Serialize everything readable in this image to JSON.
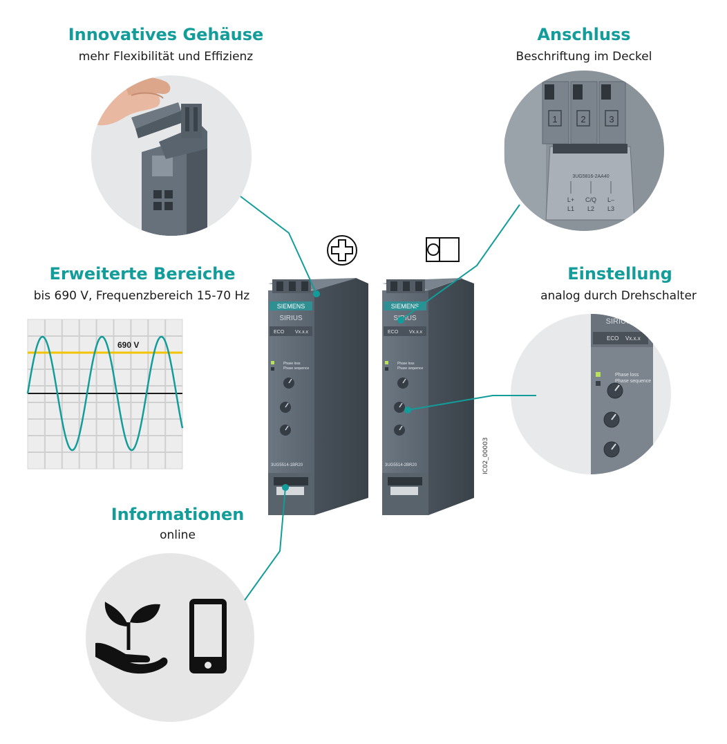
{
  "features": {
    "housing": {
      "title": "Innovatives Gehäuse",
      "subtitle": "mehr Flexibilität und Effizienz"
    },
    "connection": {
      "title": "Anschluss",
      "subtitle": "Beschriftung im Deckel"
    },
    "ranges": {
      "title": "Erweiterte Bereiche",
      "subtitle": "bis 690 V, Frequenzbereich 15-70 Hz",
      "voltage_label": "690 V"
    },
    "setting": {
      "title": "Einstellung",
      "subtitle": "analog durch Drehschalter"
    },
    "info": {
      "title": "Informationen",
      "subtitle": "online"
    }
  },
  "devices": {
    "brand": "SIEMENS",
    "series": "SIRIUS",
    "version": "Vx.x.x",
    "eco": "ECO",
    "phase_loss": "Phase loss",
    "phase_sequence": "Phase sequence",
    "left_part_number": "3UG5514-1BR20",
    "right_part_number": "3UG5514-2BR20"
  },
  "terminals": {
    "numbers": [
      "1",
      "2",
      "3"
    ],
    "part_code": "3UG5816-2AA40",
    "labels_top": [
      "L+",
      "C/Q",
      "L–"
    ],
    "labels_bottom": [
      "L1",
      "L2",
      "L3"
    ]
  },
  "figure_code": "IC02_00003",
  "colors": {
    "accent": "#129c9a",
    "yellow": "#f2c400",
    "device": "#5b6570",
    "circle": "#e6e6e6"
  },
  "icons": [
    "screw-terminal-icon",
    "spring-terminal-icon",
    "plant-hand-icon",
    "smartphone-icon"
  ]
}
